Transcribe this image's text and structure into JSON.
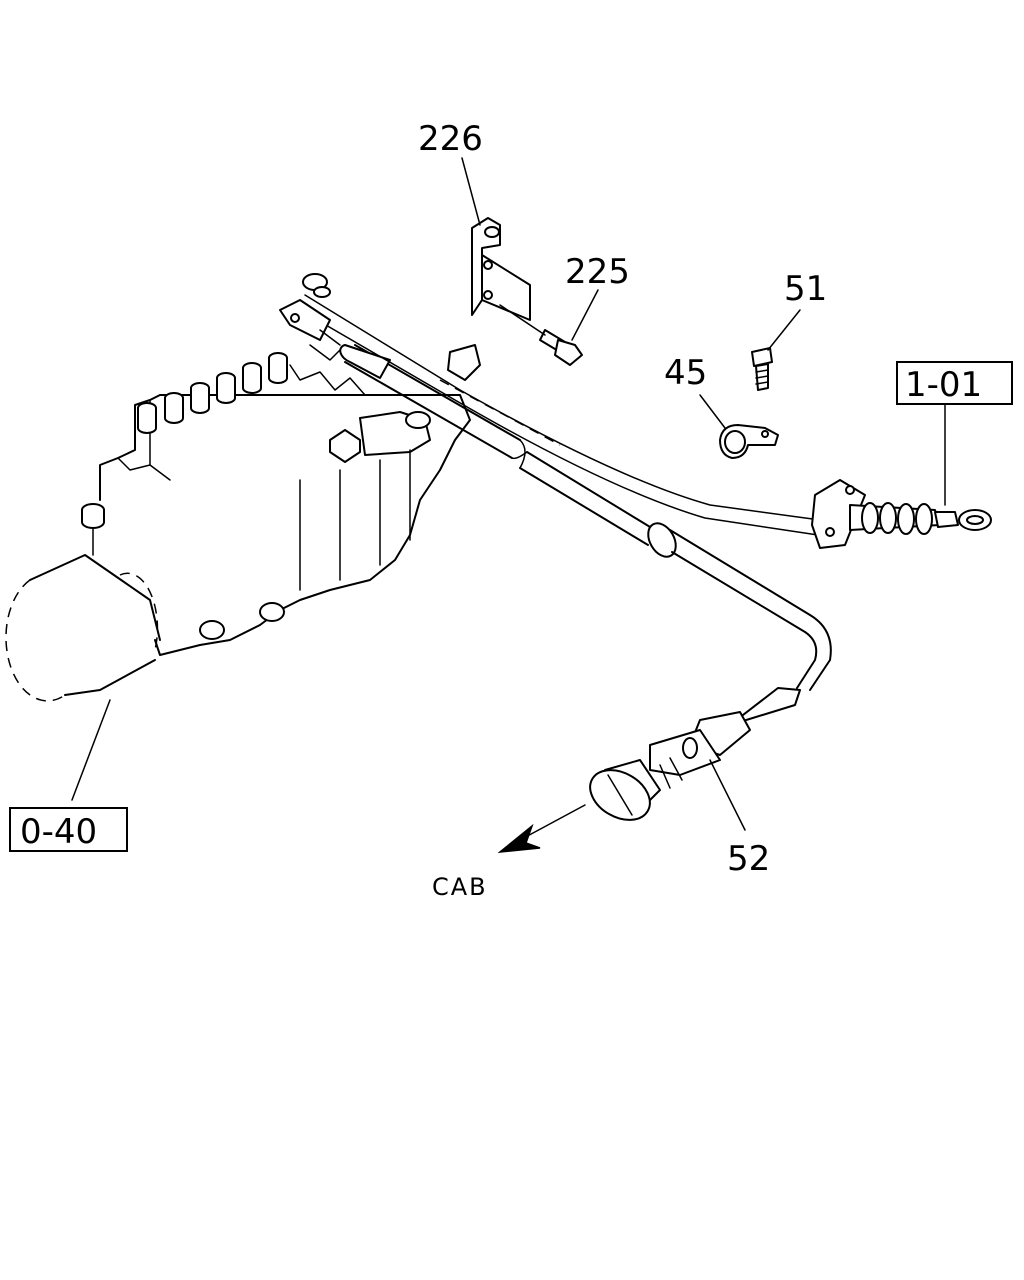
{
  "callouts": {
    "p226": "226",
    "p225": "225",
    "p51": "51",
    "p45": "45",
    "p52": "52"
  },
  "refs": {
    "ref_1_01": "1-01",
    "ref_0_40": "0-40"
  },
  "direction": {
    "label": "CAB"
  }
}
